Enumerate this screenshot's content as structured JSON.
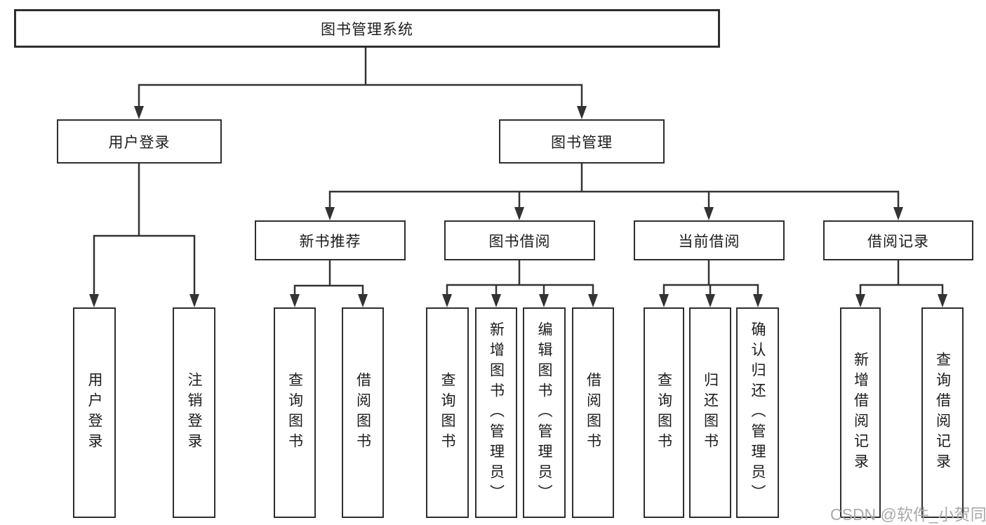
{
  "tree": {
    "label": "图书管理系统",
    "children": [
      {
        "label": "用户登录",
        "children": [
          {
            "label": "用户登录"
          },
          {
            "label": "注销登录"
          }
        ]
      },
      {
        "label": "图书管理",
        "children": [
          {
            "label": "新书推荐",
            "children": [
              {
                "label": "查询图书"
              },
              {
                "label": "借阅图书"
              }
            ]
          },
          {
            "label": "图书借阅",
            "children": [
              {
                "label": "查询图书"
              },
              {
                "label": "新增图书（管理员）"
              },
              {
                "label": "编辑图书（管理员）"
              },
              {
                "label": "借阅图书"
              }
            ]
          },
          {
            "label": "当前借阅",
            "children": [
              {
                "label": "查询图书"
              },
              {
                "label": "归还图书"
              },
              {
                "label": "确认归还（管理员）"
              }
            ]
          },
          {
            "label": "借阅记录",
            "children": [
              {
                "label": "新增借阅记录"
              },
              {
                "label": "查询借阅记录"
              }
            ]
          }
        ]
      }
    ]
  },
  "watermark": {
    "text": "CSDN @软件_小贺同学"
  },
  "colors": {
    "background": "#ffffff",
    "box_border": "#2e2e2e",
    "connector_line": "#333333",
    "text": "#1c1c1e",
    "watermark": "#a9a9a9"
  }
}
